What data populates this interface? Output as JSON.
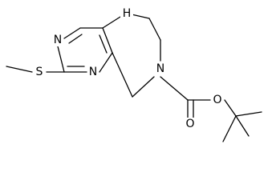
{
  "molecule": {
    "atoms": {
      "n1": "N",
      "n3": "N",
      "s": "S",
      "nh": "H",
      "n_amide": "N",
      "o_carbonyl": "O",
      "o_ester": "O"
    }
  },
  "colors": {
    "bond": "#000000",
    "background": "#ffffff"
  }
}
